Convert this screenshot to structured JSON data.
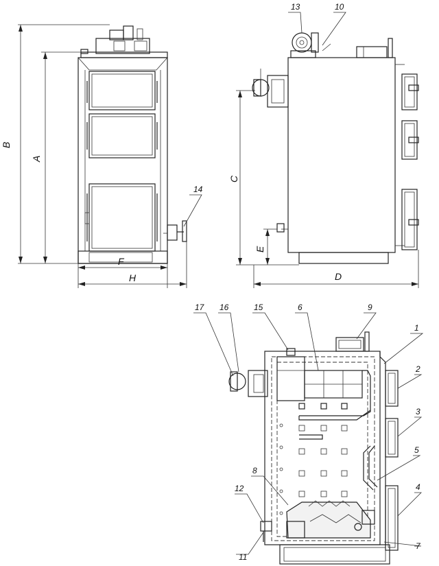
{
  "dimensions": {
    "A": "A",
    "B": "B",
    "C": "C",
    "D": "D",
    "E": "E",
    "F": "F",
    "H": "H"
  },
  "callouts": {
    "c1": "1",
    "c2": "2",
    "c3": "3",
    "c4": "4",
    "c5": "5",
    "c6": "6",
    "c7": "7",
    "c8": "8",
    "c9": "9",
    "c10": "10",
    "c11": "11",
    "c12": "12",
    "c13": "13",
    "c14": "14",
    "c15": "15",
    "c16": "16",
    "c17": "17"
  }
}
